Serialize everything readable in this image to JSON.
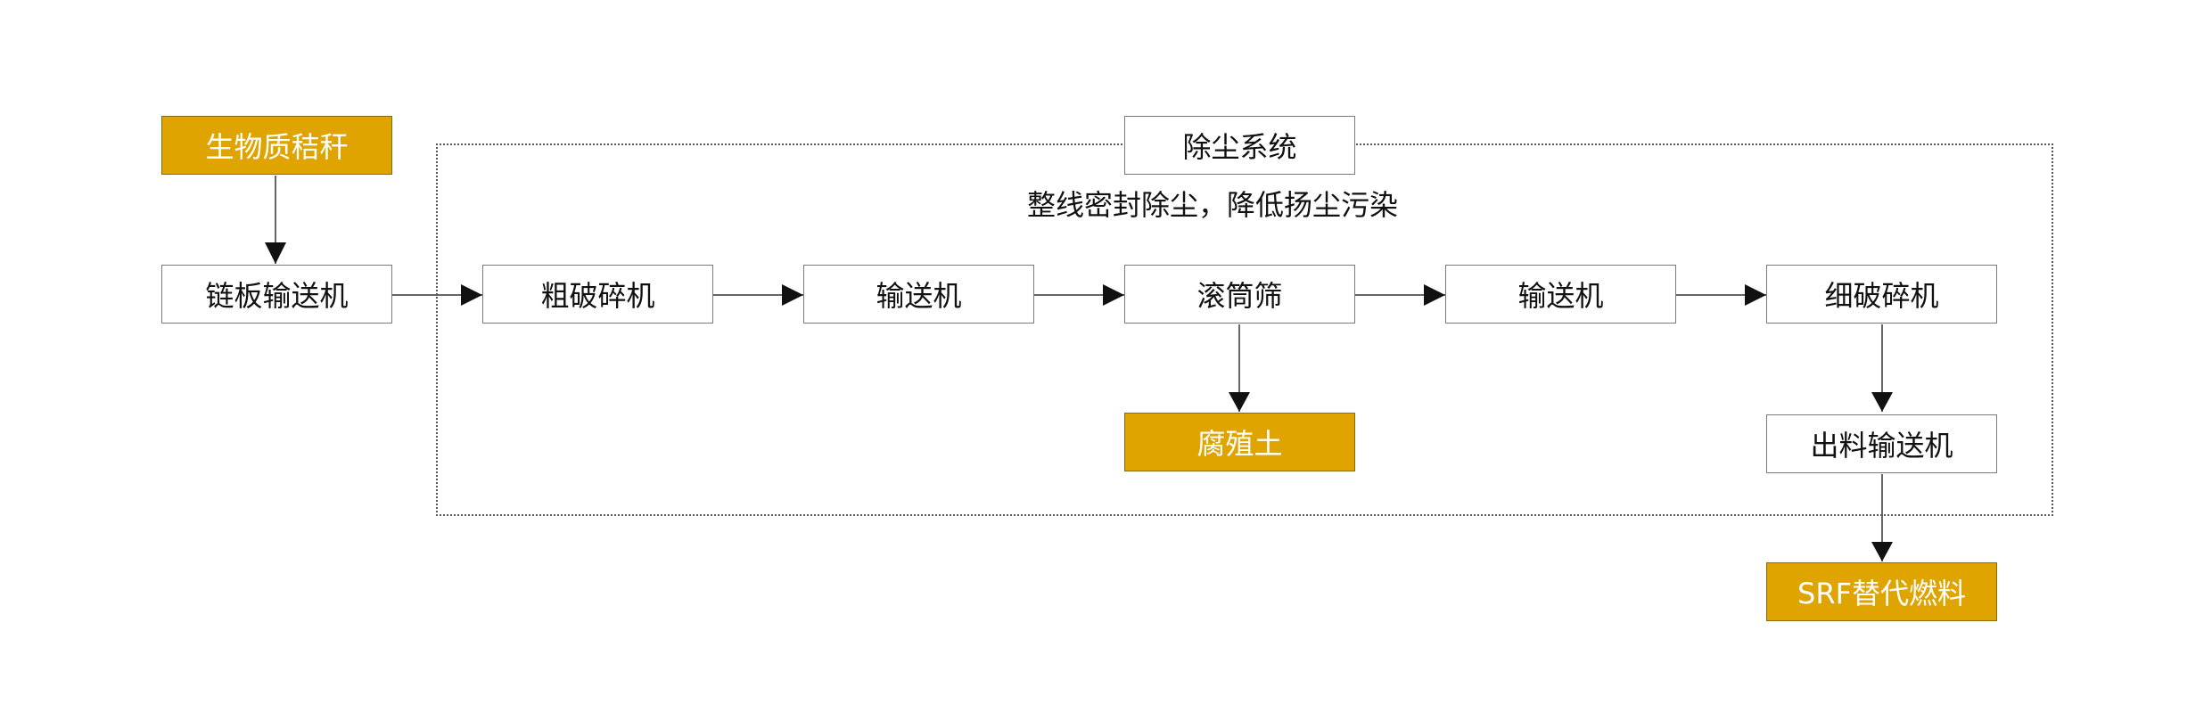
{
  "colors": {
    "accent": "#dfa400",
    "box_border": "#7a7a7a",
    "line": "#111111"
  },
  "dust_system": {
    "label": "除尘系统",
    "note": "整线密封除尘，降低扬尘污染"
  },
  "nodes": {
    "straw": "生物质秸秆",
    "chain_conveyor": "链板输送机",
    "coarse_crusher": "粗破碎机",
    "conveyor_1": "输送机",
    "drum_screen": "滚筒筛",
    "conveyor_2": "输送机",
    "fine_crusher": "细破碎机",
    "humus": "腐殖土",
    "outlet_conveyor": "出料输送机",
    "srf": "SRF替代燃料"
  }
}
